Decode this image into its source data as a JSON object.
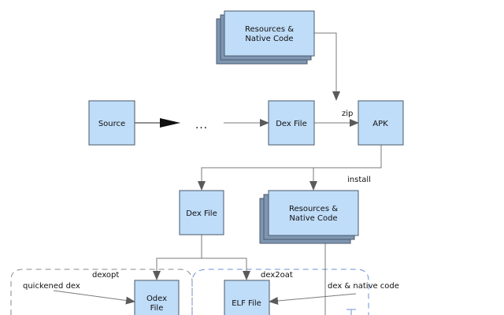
{
  "nodes": {
    "resources_top": [
      "Resources &",
      "Native Code"
    ],
    "source": "Source",
    "ellipsis": "...",
    "dex_file_top": "Dex File",
    "apk": "APK",
    "dex_file_mid": "Dex File",
    "resources_mid": [
      "Resources &",
      "Native Code"
    ],
    "odex_file": [
      "Odex",
      "File"
    ],
    "elf_file": "ELF File"
  },
  "edge_labels": {
    "zip": "zip",
    "install": "install",
    "dexopt": "dexopt",
    "dex2oat": "dex2oat",
    "quickened_dex": "quickened dex",
    "dex_native_code": "dex & native code"
  },
  "colors": {
    "box_fill": "#bfdcf8",
    "box_shadow": "#7f96b2",
    "dexopt_border": "#8a8a8a",
    "dex2oat_border": "#6f8fd6"
  }
}
